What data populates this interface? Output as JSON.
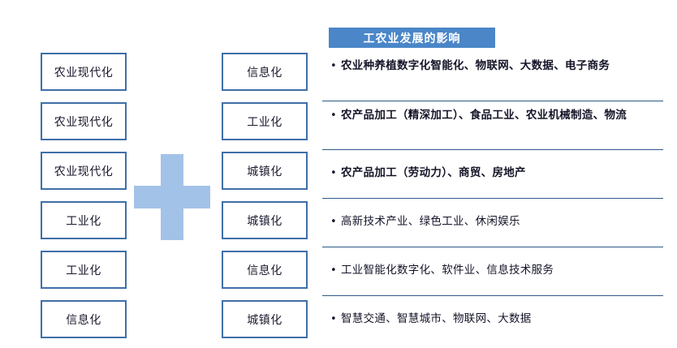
{
  "left_column": {
    "boxes": [
      {
        "label": "农业现代化"
      },
      {
        "label": "农业现代化"
      },
      {
        "label": "农业现代化"
      },
      {
        "label": "工业化"
      },
      {
        "label": "工业化"
      },
      {
        "label": "信息化"
      }
    ]
  },
  "operator": {
    "symbol": "+",
    "name": "plus-sign",
    "color": "#a3c2e8"
  },
  "right_column": {
    "boxes": [
      {
        "label": "信息化"
      },
      {
        "label": "工业化"
      },
      {
        "label": "城镇化"
      },
      {
        "label": "城镇化"
      },
      {
        "label": "信息化"
      },
      {
        "label": "城镇化"
      }
    ]
  },
  "panel": {
    "banner": {
      "title": "工农业发展的影响",
      "background": "#4a86c8",
      "text_color": "#ffffff"
    },
    "bullet_marker": "•",
    "divider_color": "#2e5a88",
    "bullets": [
      {
        "text": "农业种养植数字化智能化、物联网、大数据、电子商务",
        "emphasis": true,
        "lines": 2
      },
      {
        "text": "农产品加工（精深加工）、食品工业、农业机械制造、物流",
        "emphasis": true,
        "lines": 2
      },
      {
        "text": "农产品加工（劳动力）、商贸、房地产",
        "emphasis": true,
        "lines": 1
      },
      {
        "text": "高新技术产业、绿色工业、休闲娱乐",
        "emphasis": false,
        "lines": 1
      },
      {
        "text": "工业智能化数字化、软件业、信息技术服务",
        "emphasis": false,
        "lines": 1
      },
      {
        "text": "智慧交通、智慧城市、物联网、大数据",
        "emphasis": false,
        "lines": 1
      }
    ]
  },
  "theme": {
    "box_border": "#3f6fa8",
    "accent": "#4a86c8",
    "light_accent": "#a3c2e8"
  }
}
